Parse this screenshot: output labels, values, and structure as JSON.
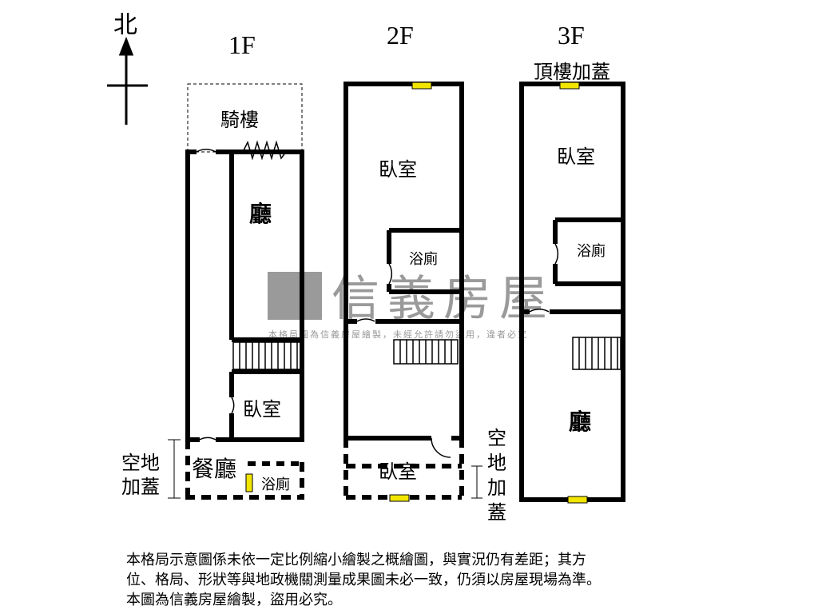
{
  "north_label": "北",
  "floors": [
    {
      "label": "1F",
      "rooms": [
        "騎樓",
        "廳",
        "臥室",
        "餐廳",
        "浴廁"
      ]
    },
    {
      "label": "2F",
      "rooms": [
        "臥室",
        "浴廁",
        "臥室"
      ]
    },
    {
      "label": "3F",
      "subtitle": "頂樓加蓋",
      "rooms": [
        "臥室",
        "浴廁",
        "廳"
      ]
    }
  ],
  "annotations": {
    "open_space_1f": "空地加蓋",
    "open_space_2f": "空地加蓋"
  },
  "watermark": {
    "brand": "信義房屋",
    "notice": "本格局圖為信義房屋繪製，未經允許請勿盜用，違者必究"
  },
  "disclaimer": [
    "本格局示意圖係未依一定比例縮小繪製之概繪圖，與實況仍有差距；其方",
    "位、格局、形狀等與地政機關測量成果圖未必一致，仍須以房屋現場為準。",
    "本圖為信義房屋繪製，盜用必究。"
  ],
  "colors": {
    "wall": "#000000",
    "window": "#f2e600",
    "watermark": "#9a9a9a"
  }
}
